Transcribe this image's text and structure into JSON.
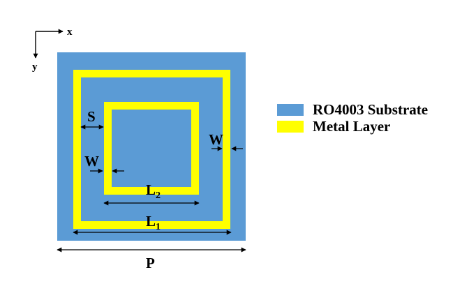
{
  "axes": {
    "x_label": "x",
    "y_label": "y"
  },
  "dimensions": {
    "spacing": "S",
    "width_left": "W",
    "width_right": "W",
    "inner_length_base": "L",
    "inner_length_sub": "2",
    "outer_length_base": "L",
    "outer_length_sub": "1",
    "period": "P"
  },
  "legend": [
    {
      "label": "RO4003 Substrate",
      "color": "#5b9bd5"
    },
    {
      "label": "Metal Layer",
      "color": "#ffff00"
    }
  ],
  "colors": {
    "substrate": "#5b9bd5",
    "metal": "#ffff00",
    "annotation": "#000000"
  }
}
